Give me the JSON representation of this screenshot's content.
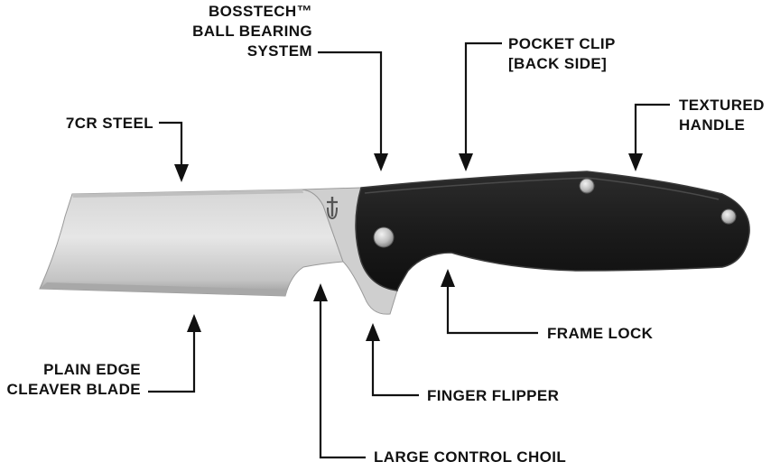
{
  "colors": {
    "ink": "#111111",
    "blade_light": "#e2e2e2",
    "blade_mid": "#b9b9b9",
    "blade_dark": "#8d8d8d",
    "handle": "#1e1e1e",
    "handle_edge": "#3a3a3a",
    "screw": "#cfcfcf"
  },
  "icons": {
    "logo": "gerber-logo-icon",
    "screw": "screw-icon",
    "arrow": "arrow-head-icon"
  },
  "callouts": {
    "bosstech": {
      "lines": [
        "BOSSTECH™",
        "BALL BEARING",
        "SYSTEM"
      ]
    },
    "pocket_clip": {
      "lines": [
        "POCKET CLIP",
        "[BACK SIDE]"
      ]
    },
    "steel": {
      "lines": [
        "7CR STEEL"
      ]
    },
    "handle": {
      "lines": [
        "TEXTURED",
        "HANDLE"
      ]
    },
    "frame_lock": {
      "lines": [
        "FRAME LOCK"
      ]
    },
    "plain_edge": {
      "lines": [
        "PLAIN EDGE",
        "CLEAVER BLADE"
      ]
    },
    "finger_flipper": {
      "lines": [
        "FINGER FLIPPER"
      ]
    },
    "choil": {
      "lines": [
        "LARGE CONTROL CHOIL"
      ]
    }
  }
}
